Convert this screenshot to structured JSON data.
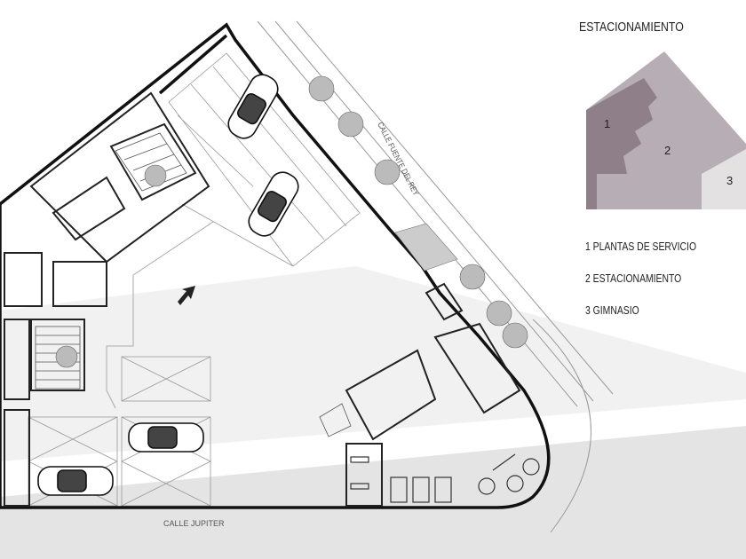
{
  "title": "ESTACIONAMIENTO",
  "legend": [
    {
      "label": "1 PLANTAS DE SERVICIO",
      "color": "#8f7f88"
    },
    {
      "label": "2 ESTACIONAMIENTO",
      "color": "#b7adb4"
    },
    {
      "label": "3 GIMNASIO",
      "color": "#e3e1e2"
    }
  ],
  "zones": [
    "1",
    "2",
    "3"
  ],
  "streets": {
    "bottom": "CALLE JUPITER",
    "diagonal": "CALLE FUENTE DEL REY"
  }
}
